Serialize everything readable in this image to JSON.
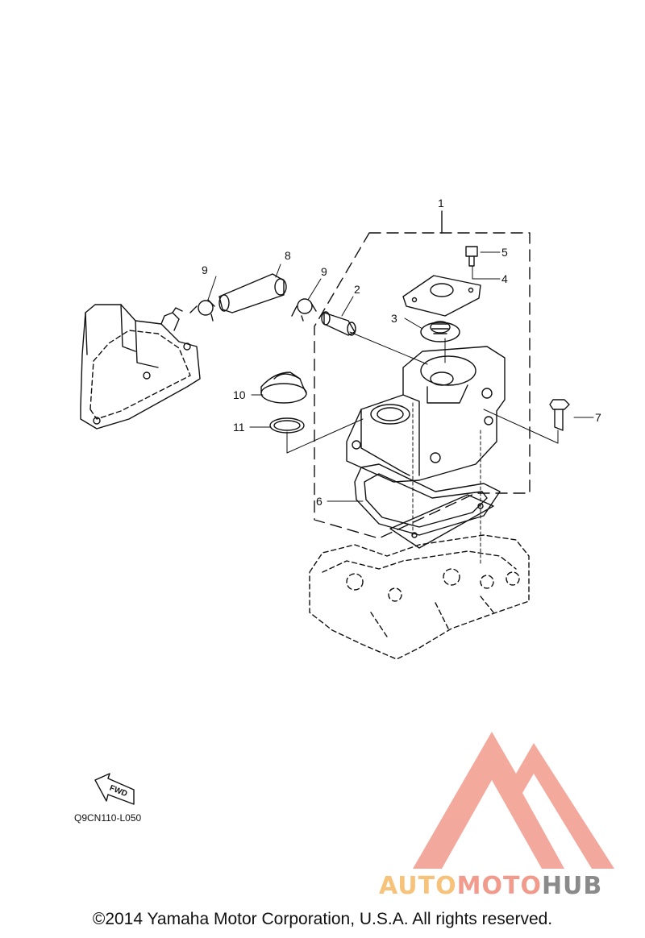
{
  "diagram": {
    "callouts": [
      "1",
      "2",
      "3",
      "4",
      "5",
      "6",
      "7",
      "8",
      "9",
      "9",
      "10",
      "11"
    ],
    "fwd_label": "FWD",
    "reference_code": "Q9CN110-L050"
  },
  "watermark": {
    "brand_auto": "AUTO",
    "brand_moto": "MOTO",
    "brand_hub": "HUB",
    "colors": {
      "auto": "#f7c27a",
      "moto": "#f29a8c",
      "hub": "#8a8a8a",
      "triangle": "#f29a8c"
    }
  },
  "footer": {
    "copyright": "©2014 Yamaha Motor Corporation, U.S.A. All rights reserved."
  }
}
